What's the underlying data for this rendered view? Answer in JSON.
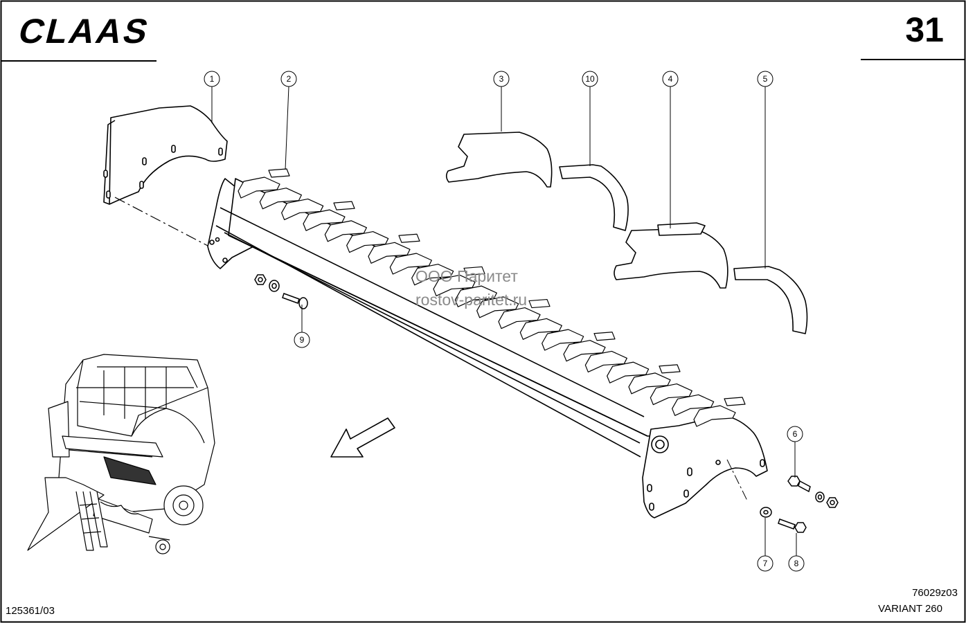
{
  "header": {
    "brand": "CLAAS",
    "page_number": "31"
  },
  "footer": {
    "drawing_code": "76029z03",
    "model": "VARIANT 260",
    "doc_number": "125361/03"
  },
  "watermark": {
    "line1": "ООО Паритет",
    "line2": "rostov-paritet.ru"
  },
  "callouts": {
    "c1": "1",
    "c2": "2",
    "c3": "3",
    "c10": "10",
    "c4": "4",
    "c5": "5",
    "c9": "9",
    "c6": "6",
    "c7": "7",
    "c8": "8"
  }
}
